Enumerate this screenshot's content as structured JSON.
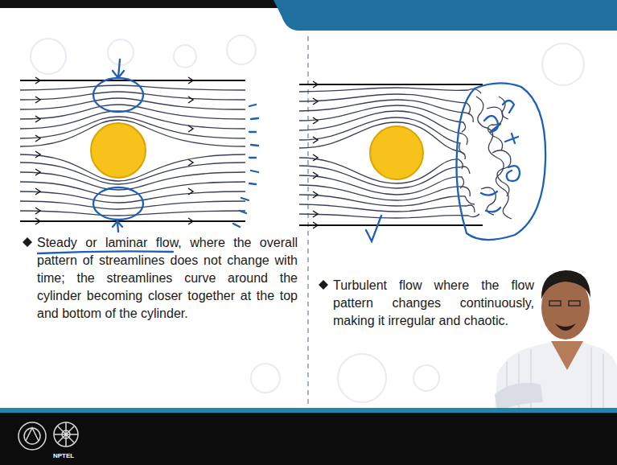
{
  "diagram": {
    "labels": [
      "Steady or laminar flow, where the overall pattern of streamlines does not change with time; the streamlines curve around the cylinder becoming closer together at the top and bottom of the cylinder.",
      "Turbulent flow where the flow pattern changes continuously, making it irregular and chaotic.",
      "NPTEL"
    ]
  }
}
